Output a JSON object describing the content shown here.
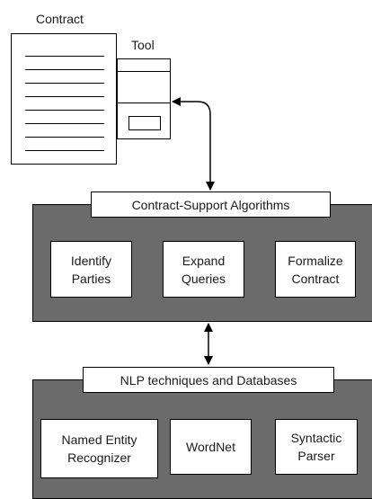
{
  "contract": {
    "label": "Contract",
    "text_lines": 8
  },
  "tool": {
    "label": "Tool"
  },
  "algorithms": {
    "header": "Contract-Support Algorithms",
    "nodes": [
      "Identify\nParties",
      "Expand\nQueries",
      "Formalize\nContract"
    ]
  },
  "nlp": {
    "header": "NLP techniques and Databases",
    "nodes": [
      "Named Entity\nRecognizer",
      "WordNet",
      "Syntactic\nParser"
    ]
  },
  "colors": {
    "panel": "#6b6b6b",
    "stroke": "#000000",
    "box": "#ffffff"
  }
}
